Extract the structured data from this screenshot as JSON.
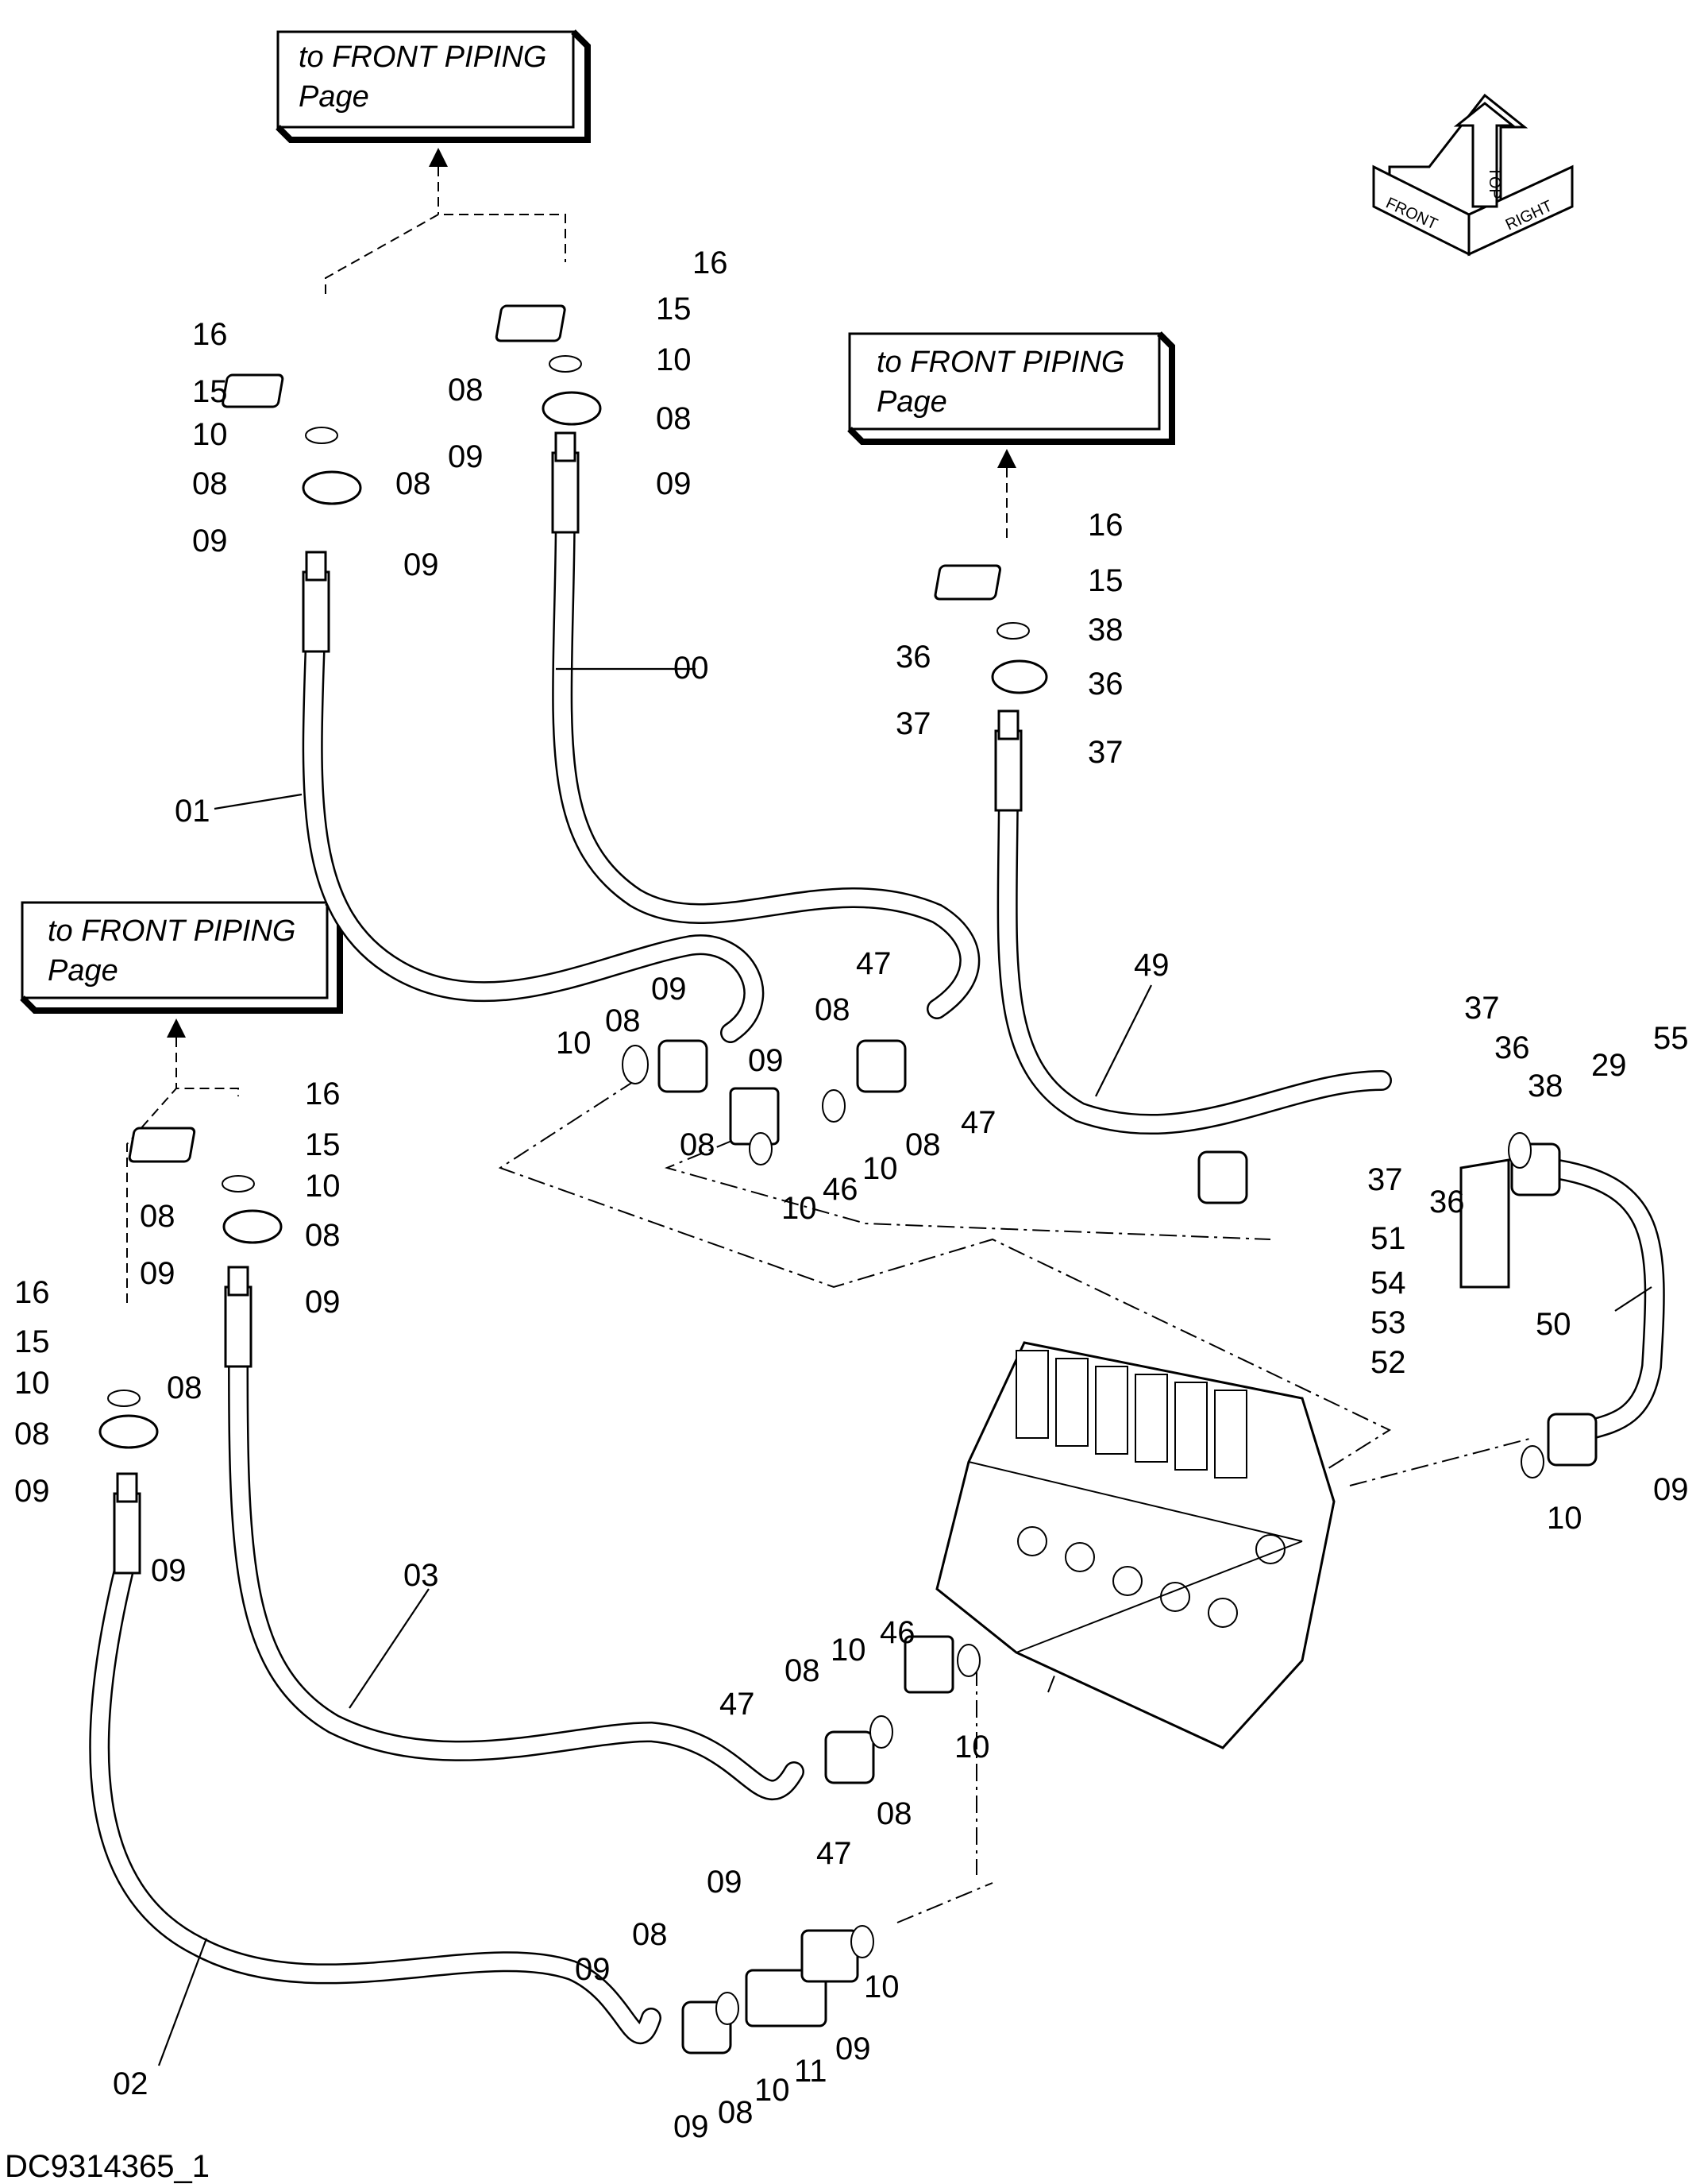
{
  "drawing_code": "DC9314365_1",
  "orientation_marker": {
    "front": "FRONT",
    "top": "TOP",
    "right": "RIGHT"
  },
  "reference_boxes": [
    {
      "line1": "to FRONT PIPING",
      "line2": "Page"
    },
    {
      "line1": "to FRONT PIPING",
      "line2": "Page"
    },
    {
      "line1": "to FRONT PIPING",
      "line2": "Page"
    }
  ],
  "part_callouts": {
    "hose_00": "00",
    "hose_01": "01",
    "hose_02": "02",
    "hose_03": "03",
    "hose_49": "49",
    "pipe_50": "50",
    "a16": "16",
    "a15": "15",
    "a10": "10",
    "a08l": "08",
    "a08r": "08",
    "a09l": "09",
    "a09r": "09",
    "b16": "16",
    "b15": "15",
    "b10": "10",
    "b08l": "08",
    "b08r": "08",
    "b09l": "09",
    "b09r": "09",
    "c16": "16",
    "c15": "15",
    "c38": "38",
    "c36l": "36",
    "c36r": "36",
    "c37l": "37",
    "c37r": "37",
    "d16": "16",
    "d15": "15",
    "d10": "10",
    "d08l": "08",
    "d08r": "08",
    "d09l": "09",
    "d09r": "09",
    "e16": "16",
    "e15": "15",
    "e10": "10",
    "e08l": "08",
    "e08r": "08",
    "e09l": "09",
    "e09r": "09",
    "f10": "10",
    "f08a": "08",
    "f09a": "09",
    "f09b": "09",
    "f08b": "08",
    "g47": "47",
    "g08a": "08",
    "g08b": "08",
    "g10a": "10",
    "g46": "46",
    "g10b": "10",
    "g47b": "47",
    "h37a": "37",
    "h36a": "36",
    "h38": "38",
    "h29": "29",
    "h55": "55",
    "h37b": "37",
    "h36b": "36",
    "h51": "51",
    "h54": "54",
    "h53": "53",
    "h52": "52",
    "h09": "09",
    "h10": "10",
    "i47": "47",
    "i08a": "08",
    "i10a": "10",
    "i46": "46",
    "i10b": "10",
    "i08b": "08",
    "i47b": "47",
    "j09a": "09",
    "j08a": "08",
    "j09b": "09",
    "j10a": "10",
    "j09c": "09",
    "j11": "11",
    "j10b": "10",
    "j08b": "08",
    "j09d": "09"
  }
}
